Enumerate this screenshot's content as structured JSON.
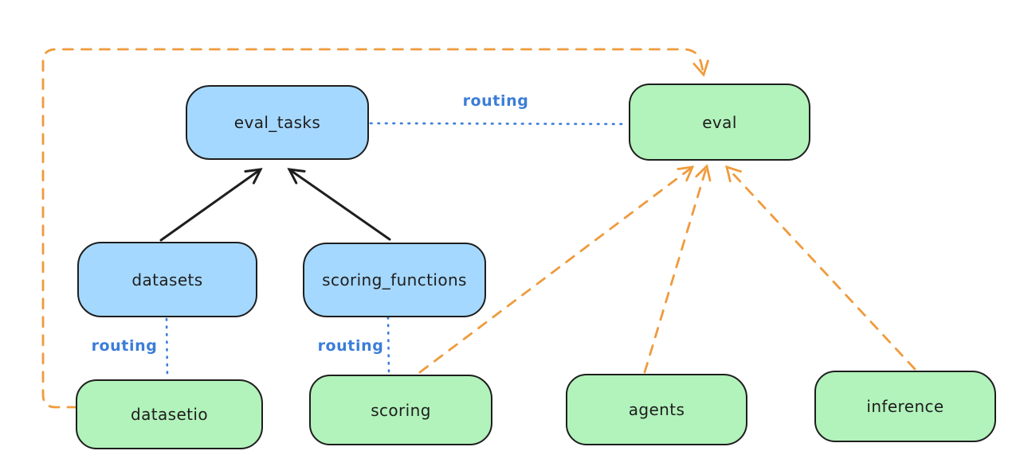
{
  "diagram": {
    "kind": "architecture-diagram",
    "style": "hand-drawn",
    "background": "#ffffff",
    "nodes": [
      {
        "id": "eval_tasks",
        "label": "eval_tasks",
        "role": "api",
        "fill": "#a5d8ff"
      },
      {
        "id": "eval",
        "label": "eval",
        "role": "provider",
        "fill": "#b2f2bb"
      },
      {
        "id": "datasets",
        "label": "datasets",
        "role": "api",
        "fill": "#a5d8ff"
      },
      {
        "id": "scoring_functions",
        "label": "scoring_functions",
        "role": "api",
        "fill": "#a5d8ff"
      },
      {
        "id": "datasetio",
        "label": "datasetio",
        "role": "provider",
        "fill": "#b2f2bb"
      },
      {
        "id": "scoring",
        "label": "scoring",
        "role": "provider",
        "fill": "#b2f2bb"
      },
      {
        "id": "agents",
        "label": "agents",
        "role": "provider",
        "fill": "#b2f2bb"
      },
      {
        "id": "inference",
        "label": "inference",
        "role": "provider",
        "fill": "#b2f2bb"
      }
    ],
    "edges": [
      {
        "from": "datasets",
        "to": "eval_tasks",
        "style": "solid",
        "arrow": true,
        "color": "#1e1e1e",
        "label": ""
      },
      {
        "from": "scoring_functions",
        "to": "eval_tasks",
        "style": "solid",
        "arrow": true,
        "color": "#1e1e1e",
        "label": ""
      },
      {
        "from": "eval_tasks",
        "to": "eval",
        "style": "dotted",
        "arrow": false,
        "color": "#3b7dd8",
        "label": "routing"
      },
      {
        "from": "datasets",
        "to": "datasetio",
        "style": "dotted",
        "arrow": false,
        "color": "#3b7dd8",
        "label": "routing"
      },
      {
        "from": "scoring_functions",
        "to": "scoring",
        "style": "dotted",
        "arrow": false,
        "color": "#3b7dd8",
        "label": "routing"
      },
      {
        "from": "datasetio",
        "to": "eval",
        "style": "dashed",
        "arrow": true,
        "color": "#ef9b3d",
        "label": ""
      },
      {
        "from": "scoring",
        "to": "eval",
        "style": "dashed",
        "arrow": true,
        "color": "#ef9b3d",
        "label": ""
      },
      {
        "from": "agents",
        "to": "eval",
        "style": "dashed",
        "arrow": true,
        "color": "#ef9b3d",
        "label": ""
      },
      {
        "from": "inference",
        "to": "eval",
        "style": "dashed",
        "arrow": true,
        "color": "#ef9b3d",
        "label": ""
      }
    ],
    "colors": {
      "api_fill": "#a5d8ff",
      "provider_fill": "#b2f2bb",
      "node_stroke": "#1e1e1e",
      "routing_blue": "#3b7dd8",
      "dependency_orange": "#ef9b3d",
      "background": "#ffffff"
    }
  }
}
